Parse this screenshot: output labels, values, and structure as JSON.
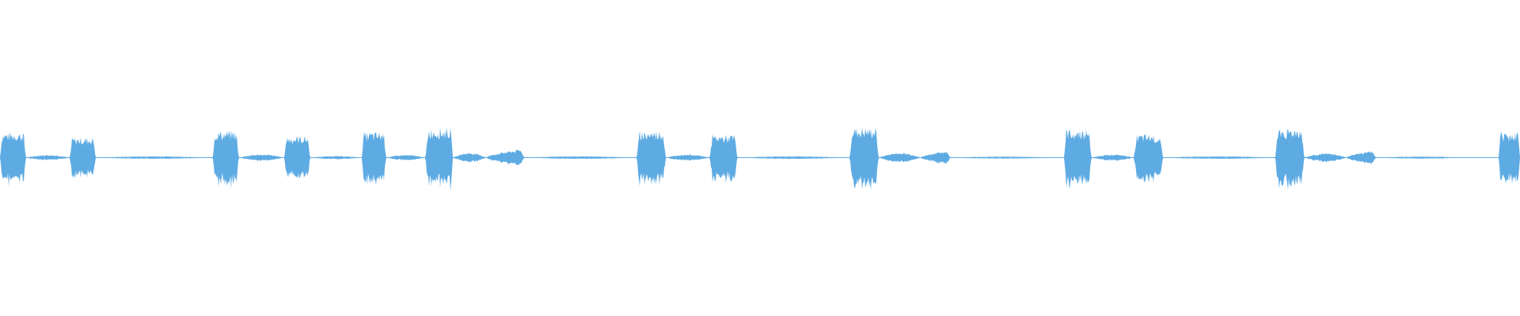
{
  "waveform": {
    "color": "#5eabe3",
    "background": "#ffffff",
    "duration": 1.0,
    "peak_scale": 1.0,
    "segments": [
      {
        "start": 0.0,
        "end": 0.017,
        "amplitude": 0.95,
        "shape": "block"
      },
      {
        "start": 0.017,
        "end": 0.046,
        "amplitude": 0.1,
        "shape": "swell"
      },
      {
        "start": 0.046,
        "end": 0.063,
        "amplitude": 0.75,
        "shape": "block"
      },
      {
        "start": 0.063,
        "end": 0.139,
        "amplitude": 0.05,
        "shape": "swell"
      },
      {
        "start": 0.14,
        "end": 0.157,
        "amplitude": 1.0,
        "shape": "block"
      },
      {
        "start": 0.157,
        "end": 0.187,
        "amplitude": 0.12,
        "shape": "swell"
      },
      {
        "start": 0.187,
        "end": 0.204,
        "amplitude": 0.8,
        "shape": "block"
      },
      {
        "start": 0.204,
        "end": 0.238,
        "amplitude": 0.06,
        "shape": "swell"
      },
      {
        "start": 0.238,
        "end": 0.254,
        "amplitude": 0.95,
        "shape": "block"
      },
      {
        "start": 0.254,
        "end": 0.28,
        "amplitude": 0.1,
        "shape": "swell"
      },
      {
        "start": 0.28,
        "end": 0.298,
        "amplitude": 1.1,
        "shape": "block"
      },
      {
        "start": 0.298,
        "end": 0.32,
        "amplitude": 0.18,
        "shape": "swell"
      },
      {
        "start": 0.32,
        "end": 0.345,
        "amplitude": 0.3,
        "shape": "rise"
      },
      {
        "start": 0.345,
        "end": 0.418,
        "amplitude": 0.05,
        "shape": "swell"
      },
      {
        "start": 0.419,
        "end": 0.438,
        "amplitude": 1.0,
        "shape": "block"
      },
      {
        "start": 0.438,
        "end": 0.467,
        "amplitude": 0.12,
        "shape": "swell"
      },
      {
        "start": 0.467,
        "end": 0.485,
        "amplitude": 0.85,
        "shape": "block"
      },
      {
        "start": 0.485,
        "end": 0.558,
        "amplitude": 0.05,
        "shape": "swell"
      },
      {
        "start": 0.559,
        "end": 0.578,
        "amplitude": 1.1,
        "shape": "block"
      },
      {
        "start": 0.578,
        "end": 0.606,
        "amplitude": 0.18,
        "shape": "swell"
      },
      {
        "start": 0.606,
        "end": 0.625,
        "amplitude": 0.25,
        "shape": "rise"
      },
      {
        "start": 0.625,
        "end": 0.695,
        "amplitude": 0.04,
        "shape": "swell"
      },
      {
        "start": 0.7,
        "end": 0.718,
        "amplitude": 1.05,
        "shape": "block"
      },
      {
        "start": 0.718,
        "end": 0.746,
        "amplitude": 0.12,
        "shape": "swell"
      },
      {
        "start": 0.746,
        "end": 0.765,
        "amplitude": 0.85,
        "shape": "block"
      },
      {
        "start": 0.765,
        "end": 0.838,
        "amplitude": 0.05,
        "shape": "swell"
      },
      {
        "start": 0.839,
        "end": 0.858,
        "amplitude": 1.1,
        "shape": "block"
      },
      {
        "start": 0.858,
        "end": 0.886,
        "amplitude": 0.16,
        "shape": "swell"
      },
      {
        "start": 0.886,
        "end": 0.905,
        "amplitude": 0.25,
        "shape": "rise"
      },
      {
        "start": 0.905,
        "end": 0.966,
        "amplitude": 0.04,
        "shape": "swell"
      },
      {
        "start": 0.986,
        "end": 1.0,
        "amplitude": 0.95,
        "shape": "block"
      }
    ],
    "silence_level": 0.008
  }
}
